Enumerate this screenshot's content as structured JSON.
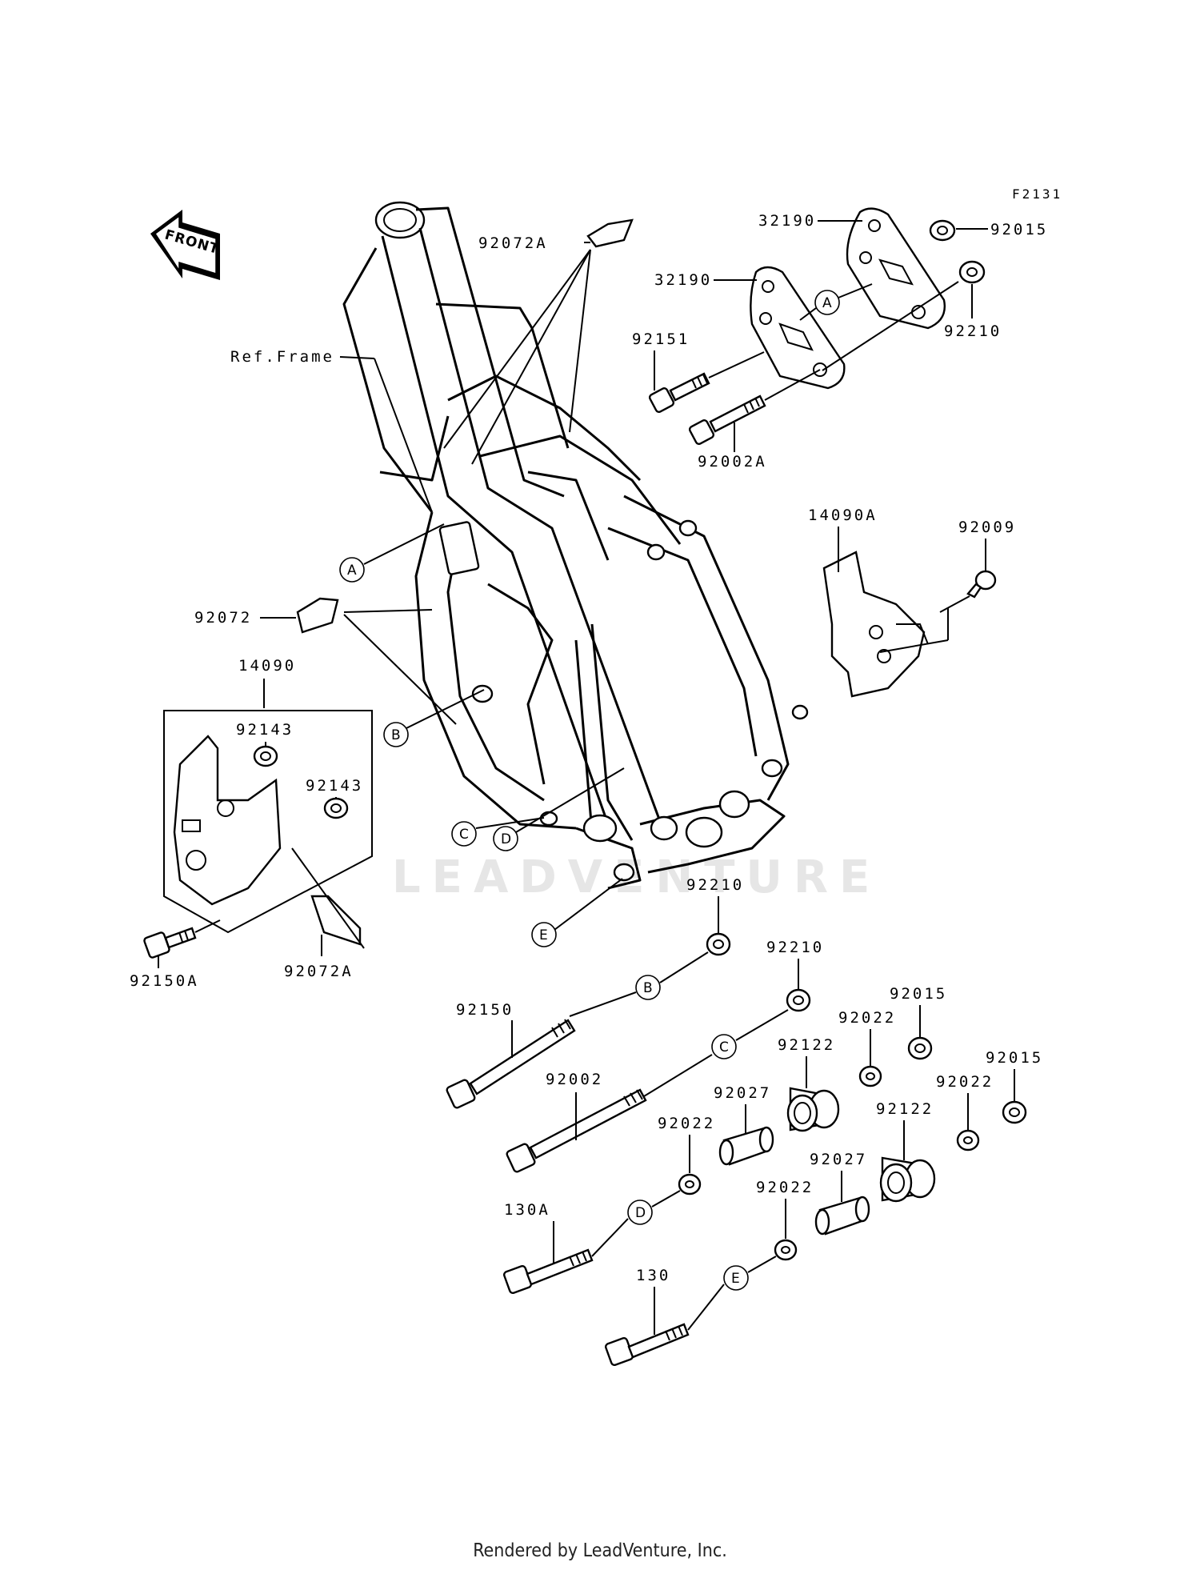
{
  "diagram_code": "F2131",
  "front_label": "FRONT",
  "watermark": "LEADVENTURE",
  "footer": "Rendered by LeadVenture, Inc.",
  "parts": {
    "p32190_top": "32190",
    "p32190": "32190",
    "p92015_top": "92015",
    "p92210_top": "92210",
    "p92151": "92151",
    "p92002A": "92002A",
    "p92072A_top": "92072A",
    "ref_frame": "Ref.Frame",
    "p92072": "92072",
    "p14090": "14090",
    "p92143_a": "92143",
    "p92143_b": "92143",
    "p92150A": "92150A",
    "p92072A_bottom": "92072A",
    "p14090A": "14090A",
    "p92009": "92009",
    "p92210_b": "92210",
    "p92210_c": "92210",
    "p92150": "92150",
    "p92002": "92002",
    "p92122_a": "92122",
    "p92122_b": "92122",
    "p92015_a": "92015",
    "p92015_b": "92015",
    "p92022_a": "92022",
    "p92022_b": "92022",
    "p92022_c": "92022",
    "p92022_d": "92022",
    "p92027_a": "92027",
    "p92027_b": "92027",
    "p130A": "130A",
    "p130": "130"
  },
  "callouts": {
    "A": "A",
    "B": "B",
    "C": "C",
    "D": "D",
    "E": "E"
  }
}
